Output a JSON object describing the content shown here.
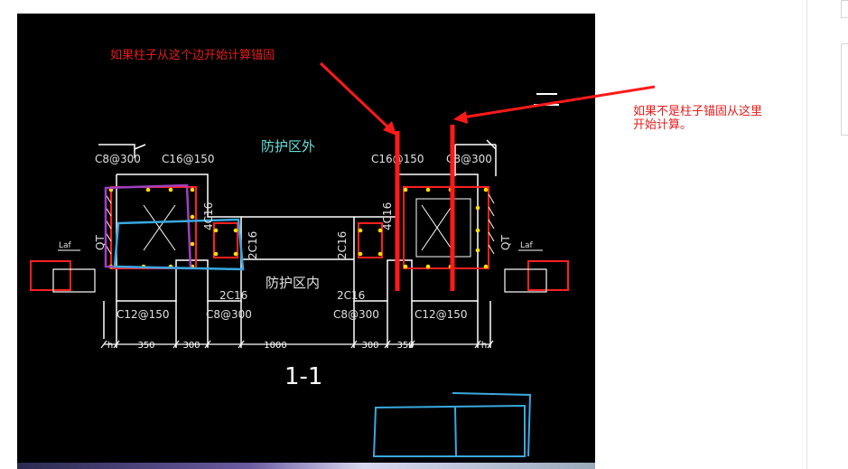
{
  "notes": {
    "top": "如果柱子从这个边开始计算锚固",
    "right_line1": "如果不是柱子锚固从这里",
    "right_line2": "开始计算。"
  },
  "drawing": {
    "zone_outside": "防护区外",
    "zone_inside": "防护区内",
    "section_title": "1-1",
    "labels": {
      "c8_300_left": "C8@300",
      "c16_150_left": "C16@150",
      "c16_150_right": "C16@150",
      "c8_300_right": "C8@300",
      "c12_150_left": "C12@150",
      "c12_150_right": "C12@150",
      "c8_300_bottom_left": "C8@300",
      "c8_300_bottom_right": "C8@300",
      "two_c16_bottom_left": "2C16",
      "two_c16_bottom_right": "2C16",
      "four_c16_left": "4C16",
      "four_c16_right": "4C16",
      "two_c16_vert_left": "2C16",
      "two_c16_vert_right": "2C16",
      "qt_left": "QT",
      "qt_right": "QT",
      "laf_left": "Laf",
      "laf_right": "Laf"
    },
    "dimensions": [
      "h",
      "350",
      "300",
      "1000",
      "300",
      "350",
      "h"
    ]
  },
  "colors": {
    "annotation": "#e51c1c",
    "cad_line": "#ffffff",
    "cad_label": "#e0e0e0",
    "zone_text": "#66e0d8",
    "rebar_red": "#ff2020",
    "rebar_dot": "#ffe000",
    "hand_cyan": "#3aa8e0",
    "hand_purple": "#a040c0",
    "cad_background": "#000000"
  }
}
